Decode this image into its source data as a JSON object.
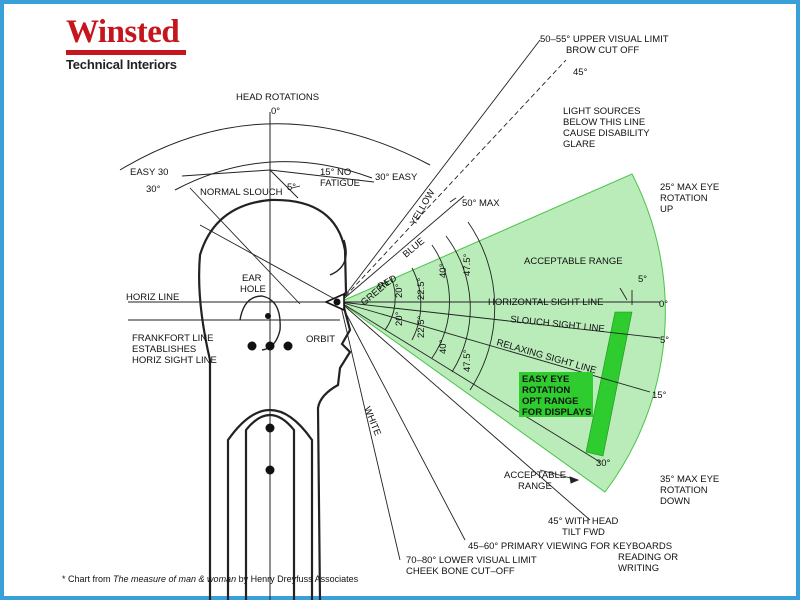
{
  "brand": {
    "name": "Winsted",
    "subtitle": "Technical Interiors",
    "color": "#c4161c"
  },
  "colors": {
    "border": "#3aa1d8",
    "green_fill": "#b9ecb9",
    "green_edge": "#4cc24c",
    "highlight": "#2ecc2e",
    "ink": "#111111"
  },
  "labels": {
    "head_rotations": "HEAD ROTATIONS",
    "zero_deg_top": "0°",
    "easy_30_left": "EASY 30",
    "thirty_deg_left": "30°",
    "normal_slouch": "NORMAL SLOUCH",
    "five_deg_head": "5°",
    "fifteen_no_fatigue_1": "15° NO",
    "fifteen_no_fatigue_2": "FATIGUE",
    "thirty_easy_right": "30° EASY",
    "upper_visual_limit_1": "50–55° UPPER VISUAL LIMIT",
    "upper_visual_limit_2": "BROW CUT OFF",
    "forty_five": "45°",
    "light_sources_1": "LIGHT SOURCES",
    "light_sources_2": "BELOW THIS LINE",
    "light_sources_3": "CAUSE DISABILITY",
    "light_sources_4": "GLARE",
    "fifty_max": "50° MAX",
    "yellow": "YELLOW",
    "blue": "BLUE",
    "red": "RED",
    "green": "GREEN",
    "white": "WHITE",
    "max_eye_up_1": "25° MAX EYE",
    "max_eye_up_2": "ROTATION",
    "max_eye_up_3": "UP",
    "acceptable_range_top": "ACCEPTABLE RANGE",
    "five_deg_right": "5°",
    "zero_deg_right": "0°",
    "horizontal_sight_line": "HORIZONTAL SIGHT LINE",
    "slouch_sight_line": "SLOUCH SIGHT LINE",
    "five_deg_right_2": "5°",
    "relaxing_sight_line": "RELAXING SIGHT LINE",
    "fifteen_deg": "15°",
    "easy_eye_1": "EASY EYE",
    "easy_eye_2": "ROTATION",
    "easy_eye_3": "OPT RANGE",
    "easy_eye_4": "FOR DISPLAYS",
    "thirty_deg_bottom": "30°",
    "max_eye_down_1": "35° MAX EYE",
    "max_eye_down_2": "ROTATION",
    "max_eye_down_3": "DOWN",
    "acceptable_range_bottom_1": "ACCEPTABLE",
    "acceptable_range_bottom_2": "RANGE",
    "head_tilt_1": "45° WITH HEAD",
    "head_tilt_2": "TILT FWD",
    "primary_viewing_1": "45–60° PRIMARY VIEWING FOR KEYBOARDS",
    "primary_viewing_2": "READING OR",
    "primary_viewing_3": "WRITING",
    "lower_visual_limit_1": "70–80° LOWER VISUAL LIMIT",
    "lower_visual_limit_2": "CHEEK BONE CUT–OFF",
    "ear_hole_1": "EAR",
    "ear_hole_2": "HOLE",
    "orbit": "ORBIT",
    "horiz_line": "HORIZ LINE",
    "frankfort_1": "FRANKFORT LINE",
    "frankfort_2": "ESTABLISHES",
    "frankfort_3": "HORIZ SIGHT LINE",
    "angle_20_a": "20°",
    "angle_20_b": "20°",
    "angle_225_a": "22.5°",
    "angle_225_b": "22.5°",
    "angle_40_a": "40°",
    "angle_40_b": "40°",
    "angle_475_a": "47.5°",
    "angle_475_b": "47.5°"
  },
  "footnote": {
    "prefix": "* Chart from ",
    "title": "The measure of man & woman",
    "suffix": " by Henry Dreyfuss Associates"
  }
}
